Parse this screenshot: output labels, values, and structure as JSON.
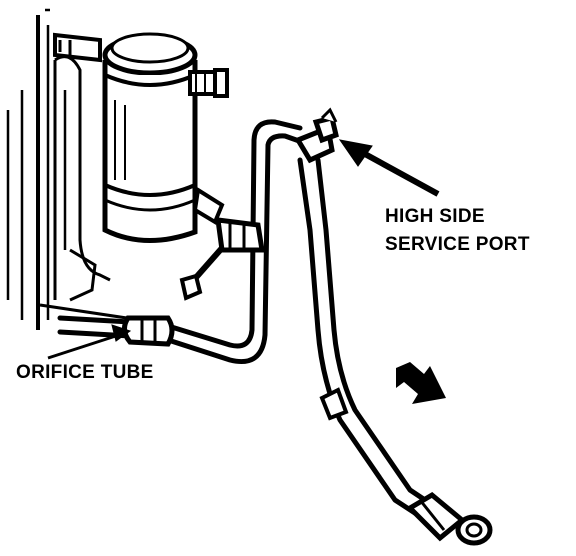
{
  "labels": {
    "high_side_line1": "HIGH SIDE",
    "high_side_line2": "SERVICE PORT",
    "orifice_tube": "ORIFICE TUBE"
  },
  "colors": {
    "ink": "#000000",
    "paper": "#ffffff"
  },
  "icons": {
    "direction_arrow": "forward-arrow-icon"
  }
}
